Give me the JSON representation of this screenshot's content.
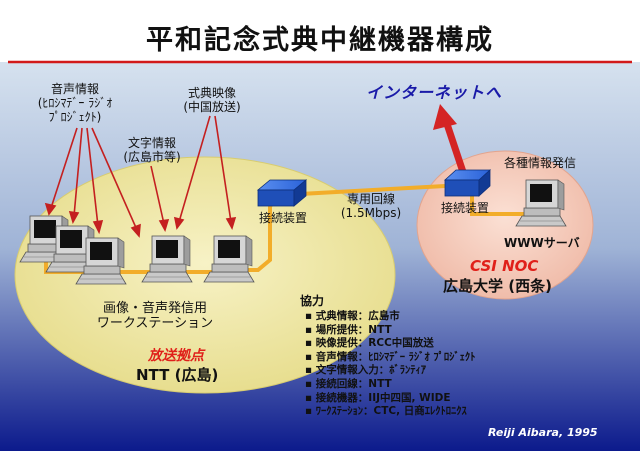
{
  "title": "平和記念式典中継機器構成",
  "internet_label": "インターネットへ",
  "sources": {
    "audio": [
      "音声情報",
      "(ﾋﾛｼﾏﾃﾞｰ ﾗｼﾞｵ",
      "ﾌﾟﾛｼﾞｪｸﾄ)"
    ],
    "video": [
      "式典映像",
      "(中国放送)"
    ],
    "text": [
      "文字情報",
      "(広島市等)"
    ]
  },
  "line_label": [
    "専用回線",
    "(1.5Mbps)"
  ],
  "connector_left": "接続装置",
  "connector_right": "接続装置",
  "server_info": "各種情報発信",
  "server_label": "WWWサーバ",
  "csi_noc": "CSI NOC",
  "university": "広島大学 (西条)",
  "workstation_label": [
    "画像・音声発信用",
    "ワークステーション"
  ],
  "hub_label": "放送拠点",
  "ntt_label": "NTT (広島)",
  "cooperation_title": "協力",
  "cooperation": [
    "式典情報：広島市",
    "場所提供：NTT",
    "映像提供：RCC中国放送",
    "音声情報：ﾋﾛｼﾏﾃﾞｰ ﾗｼﾞｵ ﾌﾟﾛｼﾞｪｸﾄ",
    "文字情報入力：ﾎﾞﾗﾝﾃｨｱ",
    "接続回線：NTT",
    "接続機器：IIJ中四国, WIDE",
    "ﾜｰｸｽﾃｰｼｮﾝ：CTC, 日商ｴﾚｸﾄﾛﾆｸｽ"
  ],
  "signature": "Reiji Aibara, 1995",
  "colors": {
    "background_gradient_top": "#e3eef5",
    "background_gradient_bottom": "#0c1a8c",
    "ellipse_left": "#f0eaaa",
    "ellipse_right": "#f6cfc0",
    "cable": "#f2ad2a",
    "arrow_red": "#d42424",
    "connector_blue": "#1f5fd0",
    "internet_text": "#1a1aa8",
    "csi_red": "#e0201a"
  }
}
